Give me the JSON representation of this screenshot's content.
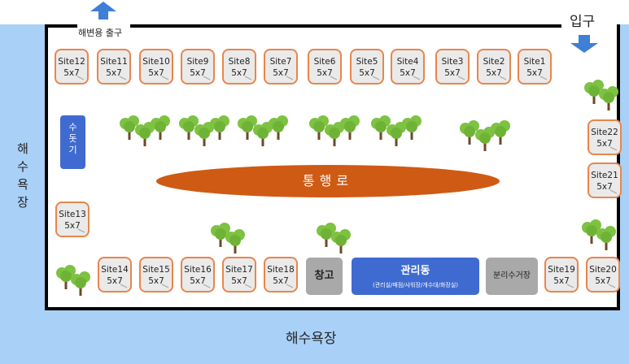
{
  "labels": {
    "beach_exit": "해변용 출구",
    "entrance": "입구",
    "beach_left": "해수욕장",
    "beach_bottom": "해수욕장",
    "faucet": "수돗기",
    "road": "통행로",
    "storage": "창고",
    "office_title": "관리동",
    "office_detail": "(관리실/매점/샤워장/개수대/화장실)",
    "recycle": "분리수거장"
  },
  "sites": [
    {
      "id": "site1",
      "num": "Site1",
      "size": "5x7"
    },
    {
      "id": "site2",
      "num": "Site2",
      "size": "5x7"
    },
    {
      "id": "site3",
      "num": "Site3",
      "size": "5x7"
    },
    {
      "id": "site4",
      "num": "Site4",
      "size": "5x7"
    },
    {
      "id": "site5",
      "num": "Site5",
      "size": "5x7"
    },
    {
      "id": "site6",
      "num": "Site6",
      "size": "5x7"
    },
    {
      "id": "site7",
      "num": "Site7",
      "size": "5x7"
    },
    {
      "id": "site8",
      "num": "Site8",
      "size": "5x7"
    },
    {
      "id": "site9",
      "num": "Site9",
      "size": "5x7"
    },
    {
      "id": "site10",
      "num": "Site10",
      "size": "5x7"
    },
    {
      "id": "site11",
      "num": "Site11",
      "size": "5x7"
    },
    {
      "id": "site12",
      "num": "Site12",
      "size": "5x7"
    },
    {
      "id": "site13",
      "num": "Site13",
      "size": "5x7"
    },
    {
      "id": "site14",
      "num": "Site14",
      "size": "5x7"
    },
    {
      "id": "site15",
      "num": "Site15",
      "size": "5x7"
    },
    {
      "id": "site16",
      "num": "Site16",
      "size": "5x7"
    },
    {
      "id": "site17",
      "num": "Site17",
      "size": "5x7"
    },
    {
      "id": "site18",
      "num": "Site18",
      "size": "5x7"
    },
    {
      "id": "site19",
      "num": "Site19",
      "size": "5x7"
    },
    {
      "id": "site20",
      "num": "Site20",
      "size": "5x7"
    },
    {
      "id": "site21",
      "num": "Site21",
      "size": "5x7"
    },
    {
      "id": "site22",
      "num": "Site22",
      "size": "5x7"
    }
  ],
  "colors": {
    "sea": "#a9d1f7",
    "site_border": "#e8864c",
    "building_blue": "#3f6ad0",
    "building_gray": "#a9a9a9",
    "road": "#cf5a14",
    "tree": "#7dc242"
  },
  "icons": {
    "exit_arrow": "arrow-up-icon",
    "entrance_arrow": "arrow-down-icon",
    "site_marker": "tent-icon",
    "vegetation": "tree-icon"
  }
}
